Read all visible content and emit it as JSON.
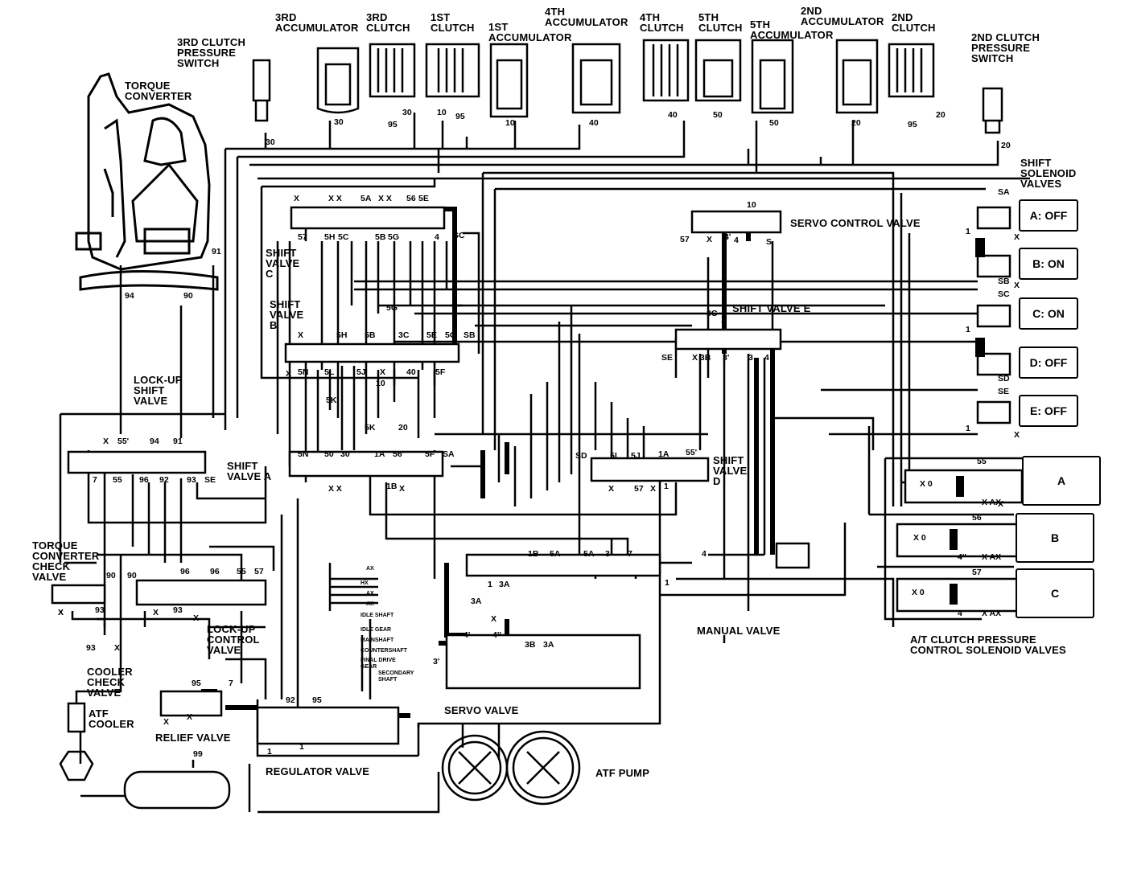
{
  "components": {
    "clutch_3rd_pressure_switch": "3RD CLUTCH\nPRESSURE\nSWITCH",
    "torque_converter": "TORQUE\nCONVERTER",
    "acc_3rd": "3RD\nACCUMULATOR",
    "clutch_3rd": "3RD\nCLUTCH",
    "clutch_1st": "1ST\nCLUTCH",
    "acc_1st": "1ST\nACCUMULATOR",
    "acc_4th": "4TH\nACCUMULATOR",
    "clutch_4th": "4TH\nCLUTCH",
    "clutch_5th": "5TH\nCLUTCH",
    "acc_5th": "5TH\nACCUMULATOR",
    "acc_2nd": "2ND\nACCUMULATOR",
    "clutch_2nd": "2ND\nCLUTCH",
    "clutch_2nd_pressure_switch": "2ND CLUTCH\nPRESSURE\nSWITCH",
    "shift_solenoid_valves": "SHIFT\nSOLENOID\nVALVES",
    "servo_control_valve": "SERVO CONTROL VALVE",
    "shift_valve_c": "SHIFT\nVALVE\nC",
    "shift_valve_b": "SHIFT\nVALVE\nB",
    "shift_valve_e": "SHIFT VALVE E",
    "lockup_shift_valve": "LOCK-UP\nSHIFT\nVALVE",
    "shift_valve_a": "SHIFT\nVALVE A",
    "shift_valve_d": "SHIFT\nVALVE\nD",
    "tc_check_valve": "TORQUE\nCONVERTER\nCHECK\nVALVE",
    "lockup_control_valve": "LOCK-UP\nCONTROL\nVALVE",
    "cooler_check_valve": "COOLER\nCHECK\nVALVE",
    "atf_cooler": "ATF\nCOOLER",
    "relief_valve": "RELIEF VALVE",
    "regulator_valve": "REGULATOR VALVE",
    "manual_valve": "MANUAL VALVE",
    "servo_valve": "SERVO VALVE",
    "atf_pump": "ATF PUMP",
    "at_clutch_pcs": "A/T CLUTCH PRESSURE\nCONTROL SOLENOID VALVES"
  },
  "solenoids": [
    {
      "label": "A: OFF",
      "port": "SA"
    },
    {
      "label": "B: ON",
      "port": "SB"
    },
    {
      "label": "C: ON",
      "port": "SC"
    },
    {
      "label": "D: OFF",
      "port": "SD"
    },
    {
      "label": "E: OFF",
      "port": "SE"
    }
  ],
  "pressure_control_solenoids": [
    {
      "label": "A",
      "port": "55"
    },
    {
      "label": "B",
      "port": "56"
    },
    {
      "label": "C",
      "port": "57"
    }
  ],
  "regulator_legend": [
    "AX",
    "HX",
    "AX",
    "AX",
    "IDLE SHAFT",
    "IDLE GEAR",
    "MAINSHAFT",
    "COUNTERSHAFT",
    "FINAL DRIVE GEAR",
    "SECONDARY SHAFT"
  ],
  "port_labels": {
    "p_30a": "30",
    "p_95a": "95",
    "p_30b": "30",
    "p_10a": "10",
    "p_95b": "95",
    "p_10b": "10",
    "p_40a": "40",
    "p_40b": "40",
    "p_50a": "50",
    "p_50b": "50",
    "p_20a": "20",
    "p_95c": "95",
    "p_20b": "20",
    "p_20c": "20",
    "p_30c": "30",
    "p_91": "91",
    "p_94": "94",
    "p_90": "90",
    "c_x1": "X",
    "c_x2": "X X",
    "c_5a": "5A",
    "c_x3": "X X",
    "c_56": "56",
    "c_5e": "5E",
    "c_57": "57",
    "c_5h": "5H",
    "c_5c": "5C",
    "c_5b": "5B",
    "c_5g": "5G",
    "c_4": "4",
    "c_sc": "SC",
    "sc_10": "10",
    "sc_57": "57",
    "sc_x": "X",
    "sc_4p": "4'",
    "sc_4": "4",
    "sc_s": "S",
    "b_x": "X",
    "b_5h": "5H",
    "b_5b": "5B",
    "b_5g": "5G",
    "b_3c": "3C",
    "b_5e": "5E",
    "b_5c": "5C",
    "b_sb": "SB",
    "b_x2": "X",
    "b_5n": "5N",
    "b_5l": "5L",
    "b_5j": "5J",
    "b_x3": "X",
    "b_40": "40",
    "b_5f": "5F",
    "b_10": "10",
    "b_5k": "5K",
    "e_3c": "3C",
    "e_x": "X",
    "e_se": "SE",
    "e_x3b": "X 3B",
    "e_3p": "3'",
    "e_3": "3",
    "e_4": "4",
    "a_x": "X",
    "a_55p": "55'",
    "a_94": "94",
    "a_91": "91",
    "a_7": "7",
    "a_55": "55",
    "a_96": "96",
    "a_92": "92",
    "a_93": "93",
    "a_se": "SE",
    "a_5k": "5K",
    "a_20": "20",
    "a_5n": "5N",
    "a_50": "50",
    "a_30": "30",
    "a_1a": "1A",
    "a_56p": "56'",
    "a_5f": "5F",
    "a_sa": "SA",
    "a_xx": "X X",
    "a_1b": "1B",
    "a_x2": "X",
    "d_sd": "SD",
    "d_5l": "5L",
    "d_5j": "5J",
    "d_1a": "1A",
    "d_55p": "55'",
    "d_x": "X",
    "d_57": "57",
    "d_x2": "X",
    "d_1": "1",
    "m_1b": "1B",
    "m_5a": "5A",
    "m_5a2": "5A",
    "m_3": "3",
    "m_7": "7",
    "m_4": "4",
    "m_1": "1",
    "m_1b2": "1",
    "m_3a": "3A",
    "m_3a2": "3A",
    "sv_4p": "4'",
    "sv_4pp": "4''",
    "sv_3b": "3B",
    "sv_3a": "3A",
    "sv_x": "X",
    "sv_3p": "3'",
    "lc_90": "90",
    "lc_90b": "90",
    "lc_96": "96",
    "lc_96b": "96",
    "lc_55": "55",
    "lc_57": "57",
    "lc_93": "93",
    "lc_93b": "93",
    "lc_x": "X",
    "lc_x2": "X",
    "lc_x3": "X",
    "cc_93": "93",
    "cc_x": "X",
    "rv_95": "95",
    "rv_7": "7",
    "rv_x": "X",
    "rv_x2": "X",
    "rg_92": "92",
    "rg_95": "95",
    "rg_1": "1",
    "rg_1b": "1",
    "rg_99": "99",
    "pc_x0a": "X 0",
    "pc_xax": "X AX",
    "pc_x0b": "X 0",
    "pc_4pp": "4''",
    "pc_xax2": "X AX",
    "pc_x0c": "X 0",
    "pc_4": "4",
    "pc_xax3": "X AX",
    "so_1": "1",
    "so_x": "X",
    "so_x2": "X",
    "so_1b": "1",
    "so_1c": "1",
    "so_x3": "X",
    "tc_x": "X",
    "x_misc": "X"
  }
}
